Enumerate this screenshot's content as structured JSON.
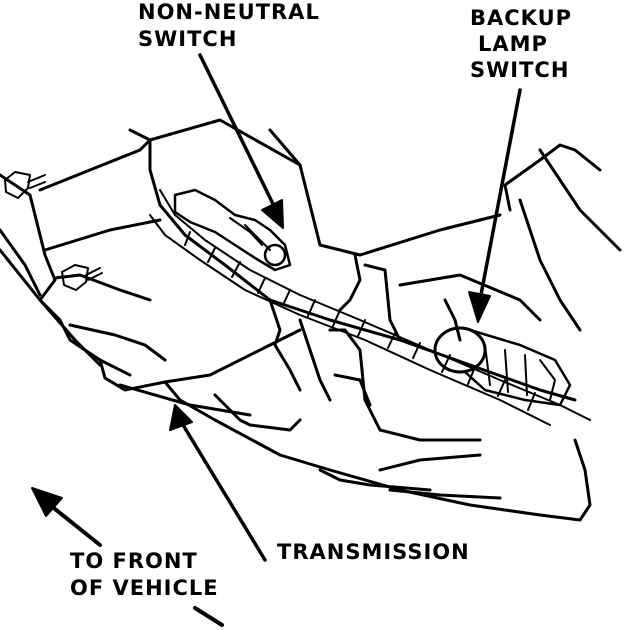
{
  "labels": {
    "non_neutral_switch": [
      "NON-NEUTRAL",
      "SWITCH"
    ],
    "backup_lamp_switch": [
      "BACKUP",
      "LAMP",
      "SWITCH"
    ],
    "transmission": "TRANSMISSION",
    "to_front_of_vehicle": [
      "TO FRONT",
      "OF VEHICLE"
    ]
  },
  "colors": {
    "ink": "#000000",
    "paper": "#ffffff"
  }
}
